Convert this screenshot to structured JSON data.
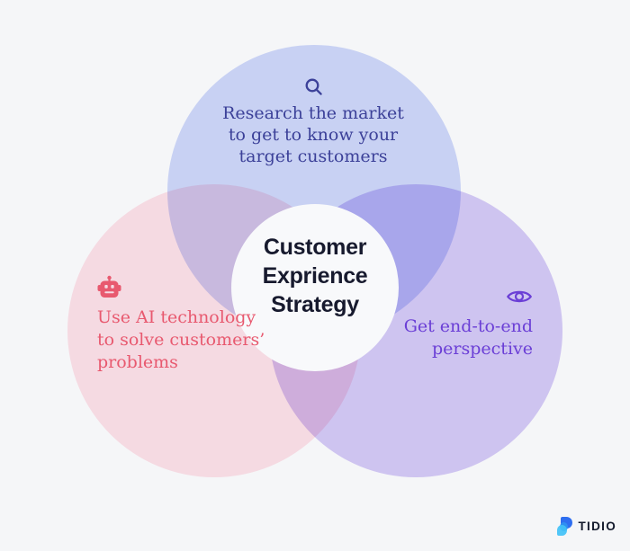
{
  "page": {
    "background": "#f5f6f8"
  },
  "venn": {
    "top": {
      "icon": "search-icon",
      "circle_color": "#d0d9fa",
      "rendered_fill": "#c8d2f3",
      "text_color": "#3c4199",
      "lines": [
        "Research the market",
        "to get to know your",
        "target customers"
      ]
    },
    "left": {
      "icon": "robot-icon",
      "circle_color": "#ffe2e9",
      "rendered_fill": "#f5dae3",
      "text_color": "#e8596f",
      "lines": [
        "Use AI technology",
        "to solve customers’",
        "problems"
      ]
    },
    "right": {
      "icon": "eye-icon",
      "circle_color": "#d7cbf7",
      "rendered_fill": "#cfc4f0",
      "text_color": "#6b3fd6",
      "lines": [
        "Get end-to-end",
        "perspective"
      ]
    },
    "center": {
      "circle_color": "#f8f9fb",
      "text_color": "#171a2e",
      "lines": [
        "Customer",
        "Exprience",
        "Strategy"
      ]
    },
    "overlap_colors": {
      "top_left": "#cbb6da",
      "top_right": "#a8a7ec",
      "left_right": "#cfaedb"
    }
  },
  "footer": {
    "brand": "TIDIO",
    "logo_colors": {
      "primary": "#2e6ef0",
      "light": "#41c1f7",
      "mid": "#2e8ff2"
    }
  }
}
